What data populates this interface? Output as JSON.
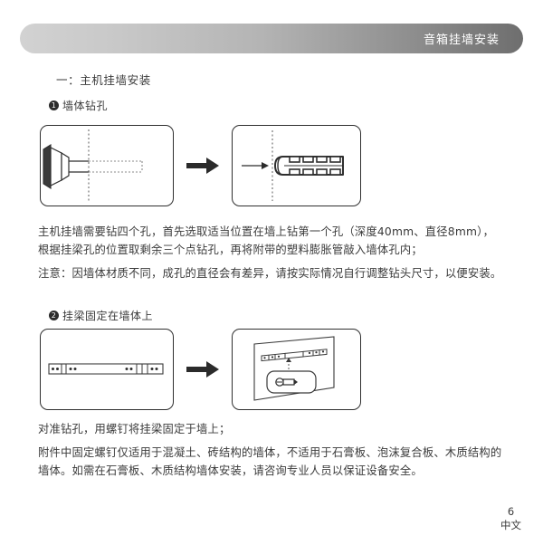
{
  "header": {
    "title": "音箱挂墙安装"
  },
  "sections": [
    {
      "title": "一：主机挂墙安装",
      "steps": [
        {
          "number": "1",
          "label": "墙体钻孔",
          "figure_left": "drill-into-wall",
          "figure_right": "wall-anchor-insert"
        },
        {
          "number": "2",
          "label": "挂梁固定在墙体上",
          "figure_left": "mounting-bracket",
          "figure_right": "bracket-on-wall-with-screw-callout"
        }
      ]
    }
  ],
  "paragraphs": {
    "p1": "主机挂墙需要钻四个孔，首先选取适当位置在墙上钻第一个孔（深度40mm、直径8mm），",
    "p2": "根据挂梁孔的位置取剩余三个点钻孔，再将附带的塑料膨胀管敲入墙体孔内；",
    "p3": "注意：因墙体材质不同，成孔的直径会有差异，请按实际情况自行调整钻头尺寸，以便安装。",
    "p4": "对准钻孔，用螺钉将挂梁固定于墙上；",
    "p5": "附件中固定螺钉仅适用于混凝土、砖结构的墙体，不适用于石膏板、泡沫复合板、木质结构的墙体。如需在石膏板、木质结构墙体安装，请咨询专业人员以保证设备安全。"
  },
  "footer": {
    "page_number": "6",
    "language": "中文"
  },
  "colors": {
    "header_gradient_start": "#d2d2d2",
    "header_gradient_end": "#6e6e6e",
    "header_text": "#ffffff",
    "body_text": "#3b3b3b",
    "line_art": "#2f2f2f"
  }
}
